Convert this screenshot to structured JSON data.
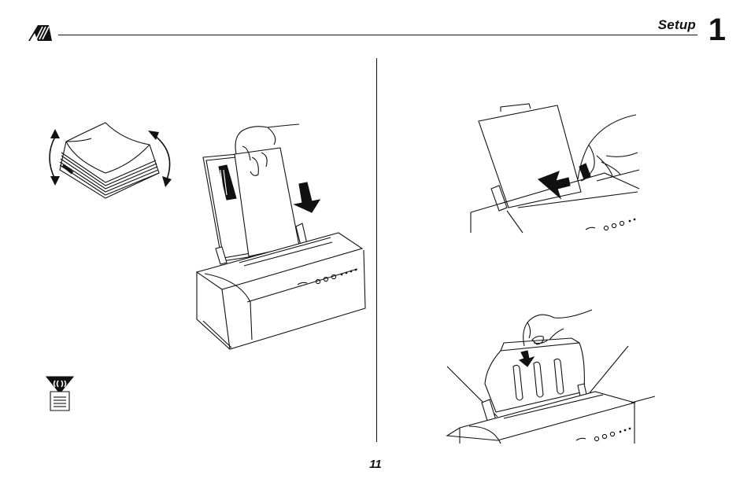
{
  "header": {
    "section_label": "Setup",
    "chapter_number": "1",
    "logo_icon": "brand-logo-icon"
  },
  "footer": {
    "page_number": "11"
  },
  "illustrations": {
    "fan_paper": "paper-stack-fan-icon",
    "load_printer": "printer-paper-load-illustration",
    "note": "note-icon",
    "insert_sheet": "paper-insert-arrow-illustration",
    "adjust_guide": "paper-guide-adjust-illustration"
  },
  "colors": {
    "ink": "#111111",
    "paper": "#ffffff"
  }
}
